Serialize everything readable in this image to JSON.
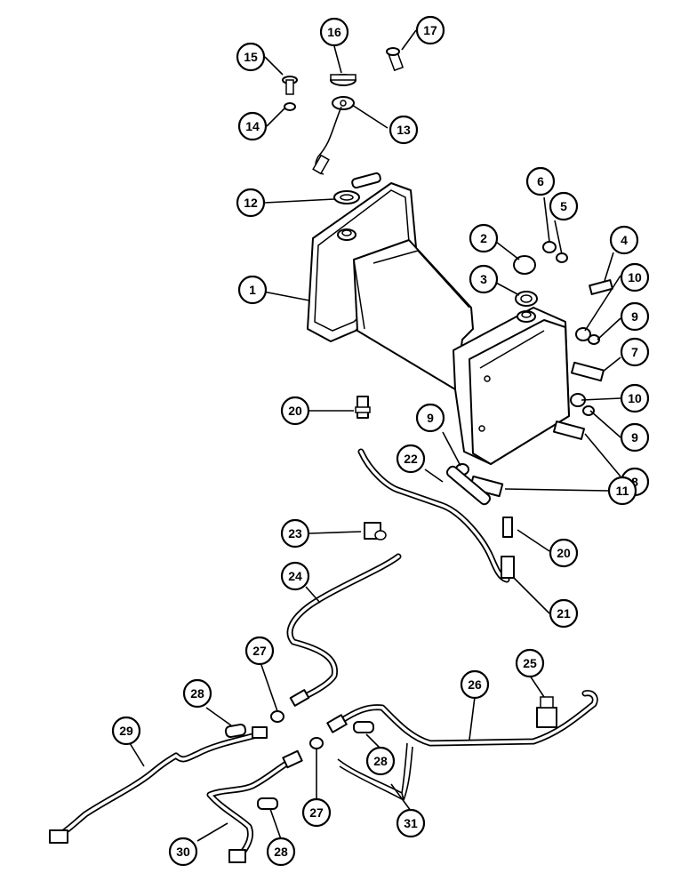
{
  "callouts": [
    {
      "id": "c1",
      "label": "1"
    },
    {
      "id": "c2",
      "label": "2"
    },
    {
      "id": "c3",
      "label": "3"
    },
    {
      "id": "c4",
      "label": "4"
    },
    {
      "id": "c5",
      "label": "5"
    },
    {
      "id": "c6",
      "label": "6"
    },
    {
      "id": "c7",
      "label": "7"
    },
    {
      "id": "c8",
      "label": "8"
    },
    {
      "id": "c9a",
      "label": "9"
    },
    {
      "id": "c9b",
      "label": "9"
    },
    {
      "id": "c9c",
      "label": "9"
    },
    {
      "id": "c10a",
      "label": "10"
    },
    {
      "id": "c10b",
      "label": "10"
    },
    {
      "id": "c11",
      "label": "11"
    },
    {
      "id": "c12",
      "label": "12"
    },
    {
      "id": "c13",
      "label": "13"
    },
    {
      "id": "c14",
      "label": "14"
    },
    {
      "id": "c15",
      "label": "15"
    },
    {
      "id": "c16",
      "label": "16"
    },
    {
      "id": "c17",
      "label": "17"
    },
    {
      "id": "c20a",
      "label": "20"
    },
    {
      "id": "c20b",
      "label": "20"
    },
    {
      "id": "c21",
      "label": "21"
    },
    {
      "id": "c22",
      "label": "22"
    },
    {
      "id": "c23",
      "label": "23"
    },
    {
      "id": "c24",
      "label": "24"
    },
    {
      "id": "c25",
      "label": "25"
    },
    {
      "id": "c26",
      "label": "26"
    },
    {
      "id": "c27a",
      "label": "27"
    },
    {
      "id": "c27b",
      "label": "27"
    },
    {
      "id": "c28a",
      "label": "28"
    },
    {
      "id": "c28b",
      "label": "28"
    },
    {
      "id": "c28c",
      "label": "28"
    },
    {
      "id": "c29",
      "label": "29"
    },
    {
      "id": "c30",
      "label": "30"
    },
    {
      "id": "c31",
      "label": "31"
    }
  ]
}
